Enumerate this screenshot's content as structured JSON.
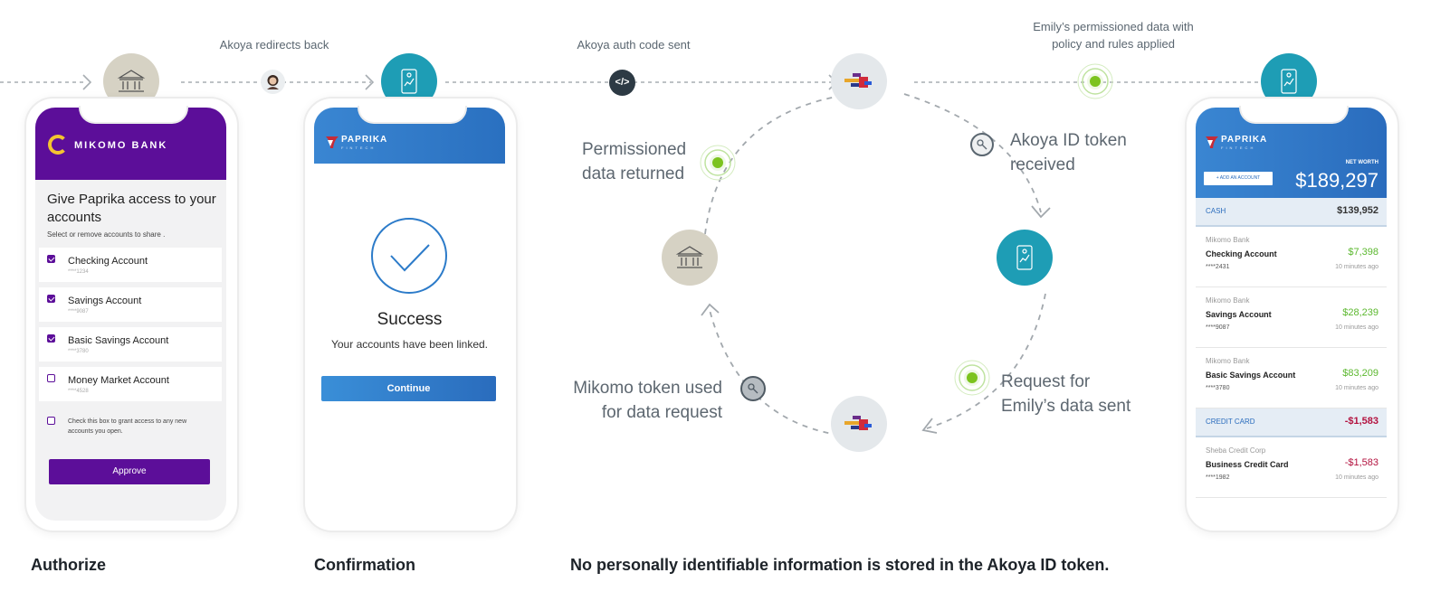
{
  "flow_labels": {
    "redirect": "Akoya redirects back",
    "auth_code": "Akoya auth code sent",
    "permissioned_line1": "Emily’s permissioned data with",
    "permissioned_line2": "policy and rules applied"
  },
  "cycle_labels": {
    "permissioned_returned_line1": "Permissioned",
    "permissioned_returned_line2": "data returned",
    "id_token_line1": "Akoya ID token",
    "id_token_line2": "received",
    "request_line1": "Request for",
    "request_line2": "Emily’s data sent",
    "mikomo_token_line1": "Mikomo token used",
    "mikomo_token_line2": "for data request"
  },
  "captions": {
    "authorize": "Authorize",
    "confirmation": "Confirmation",
    "note": "No personally identifiable information is stored in the Akoya ID token."
  },
  "code_icon": "</>",
  "icons": [
    "bank-icon",
    "paprika-app-icon",
    "akoya-logo-icon",
    "code-icon",
    "key-token-icon",
    "signal-icon",
    "avatar"
  ],
  "colors": {
    "mikomo": "#5c0e99",
    "paprika": "#2a6cbd",
    "teal": "#1e9db5",
    "bank_grey": "#d6d2c4",
    "signal": "#7cc31e"
  },
  "mikomo": {
    "bank_name": "MIKOMO BANK",
    "title": "Give Paprika access to your accounts",
    "subtitle": "Select or remove accounts to share .",
    "accounts": [
      {
        "name": "Checking Account",
        "number": "****1234",
        "checked": true
      },
      {
        "name": "Savings Account",
        "number": "****9087",
        "checked": true
      },
      {
        "name": "Basic Savings Account",
        "number": "****3780",
        "checked": true
      },
      {
        "name": "Money Market Account",
        "number": "****4528",
        "checked": false
      }
    ],
    "new_accounts_text": "Check this box to grant access to any new accounts you open.",
    "approve": "Approve"
  },
  "confirmation": {
    "brand": "PAPRIKA",
    "brand_sub": "FINTECH",
    "success": "Success",
    "message": "Your accounts have been linked.",
    "continue": "Continue"
  },
  "dashboard": {
    "brand": "PAPRIKA",
    "brand_sub": "FINTECH",
    "add_account": "+  ADD AN ACCOUNT",
    "net_worth_label": "NET WORTH",
    "net_worth": "$189,297",
    "cash_label": "CASH",
    "cash_total": "$139,952",
    "credit_label": "CREDIT CARD",
    "credit_total": "-$1,583",
    "cash_accounts": [
      {
        "institution": "Mikomo Bank",
        "name": "Checking Account",
        "number": "****2431",
        "amount": "$7,398",
        "time": "10 minutes ago"
      },
      {
        "institution": "Mikomo Bank",
        "name": "Savings Account",
        "number": "****9087",
        "amount": "$28,239",
        "time": "10 minutes ago"
      },
      {
        "institution": "Mikomo Bank",
        "name": "Basic Savings Account",
        "number": "****3780",
        "amount": "$83,209",
        "time": "10 minutes ago"
      }
    ],
    "credit_accounts": [
      {
        "institution": "Sheba Credit Corp",
        "name": "Business Credit Card",
        "number": "****1982",
        "amount": "-$1,583",
        "time": "10 minutes ago"
      }
    ]
  }
}
